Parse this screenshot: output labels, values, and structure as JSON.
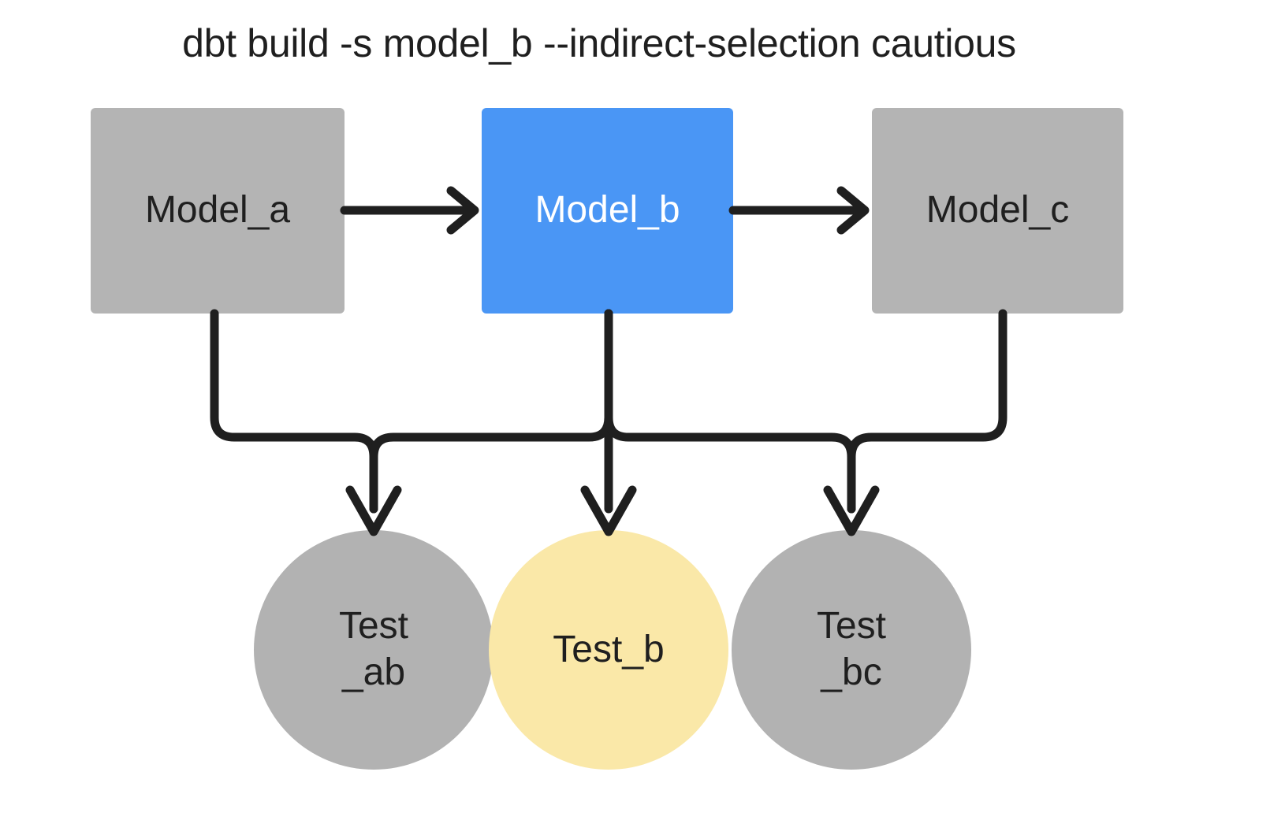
{
  "title": "dbt build -s model_b --indirect-selection cautious",
  "colors": {
    "background": "#ffffff",
    "node_gray": "#b4b4b4",
    "node_selected_blue": "#4a96f5",
    "node_test_yellow": "#fae8a8",
    "circle_gray": "#b2b2b2",
    "edge_black": "#1f1f1f",
    "text_dark": "#1f1f1f",
    "text_light": "#ffffff"
  },
  "models": [
    {
      "id": "model_a",
      "label": "Model_a",
      "state": "unselected",
      "fill": "#b4b4b4",
      "text_color": "#1f1f1f"
    },
    {
      "id": "model_b",
      "label": "Model_b",
      "state": "selected",
      "fill": "#4a96f5",
      "text_color": "#ffffff"
    },
    {
      "id": "model_c",
      "label": "Model_c",
      "state": "unselected",
      "fill": "#b4b4b4",
      "text_color": "#1f1f1f"
    }
  ],
  "tests": [
    {
      "id": "test_ab",
      "line1": "Test",
      "line2": "_ab",
      "state": "excluded",
      "fill": "#b2b2b2",
      "text_color": "#1f1f1f"
    },
    {
      "id": "test_b",
      "line1": "Test_b",
      "line2": "",
      "state": "included",
      "fill": "#fae8a8",
      "text_color": "#1f1f1f"
    },
    {
      "id": "test_bc",
      "line1": "Test",
      "line2": "_bc",
      "state": "excluded",
      "fill": "#b2b2b2",
      "text_color": "#1f1f1f"
    }
  ],
  "edges": [
    {
      "id": "a-to-b",
      "from": "model_a",
      "to": "model_b",
      "kind": "straight-arrow"
    },
    {
      "id": "b-to-c",
      "from": "model_b",
      "to": "model_c",
      "kind": "straight-arrow"
    },
    {
      "id": "a-to-test_ab",
      "from": "model_a",
      "to": "test_ab",
      "kind": "elbow-arrow"
    },
    {
      "id": "b-to-test_ab",
      "from": "model_b",
      "to": "test_ab",
      "kind": "elbow-arrow"
    },
    {
      "id": "b-to-test_b",
      "from": "model_b",
      "to": "test_b",
      "kind": "straight-arrow"
    },
    {
      "id": "b-to-test_bc",
      "from": "model_b",
      "to": "test_bc",
      "kind": "elbow-arrow"
    },
    {
      "id": "c-to-test_bc",
      "from": "model_c",
      "to": "test_bc",
      "kind": "elbow-arrow"
    }
  ]
}
